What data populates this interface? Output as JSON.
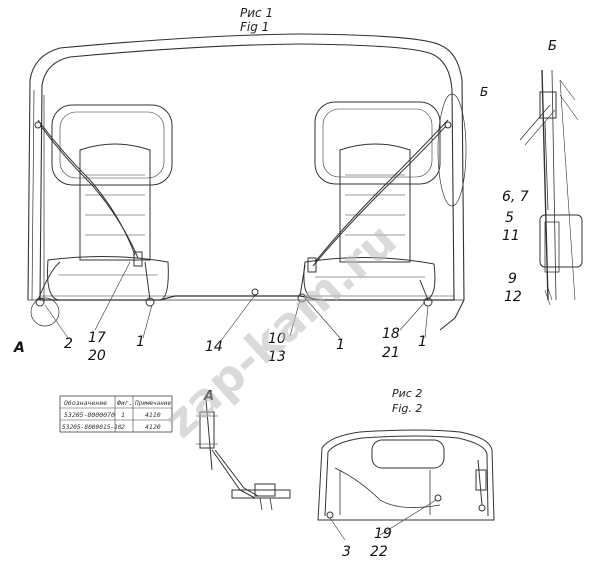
{
  "figure1": {
    "caption_ru": "Рис 1",
    "caption_en": "Fig 1"
  },
  "figure2": {
    "caption_ru": "Рис 2",
    "caption_en": "Fig. 2"
  },
  "view_labels": {
    "a_main": "А",
    "a_detail": "А",
    "b_detail": "Б",
    "b_marker": "Б"
  },
  "callouts": {
    "c2": "2",
    "c17": "17",
    "c20": "20",
    "c1a": "1",
    "c14": "14",
    "c10": "10",
    "c13": "13",
    "c1b": "1",
    "c18": "18",
    "c21": "21",
    "c1c": "1",
    "c67": "6, 7",
    "c5": "5",
    "c11": "11",
    "c9": "9",
    "c12": "12",
    "c3": "3",
    "c19": "19",
    "c22": "22"
  },
  "table": {
    "headers": [
      "Обозначение",
      "Фиг.",
      "Примечание"
    ],
    "rows": [
      [
        "53205-8000070",
        "1",
        "4110"
      ],
      [
        "53205-8000015-10",
        "2",
        "4120"
      ]
    ]
  },
  "watermark": "zap-kam.ru"
}
